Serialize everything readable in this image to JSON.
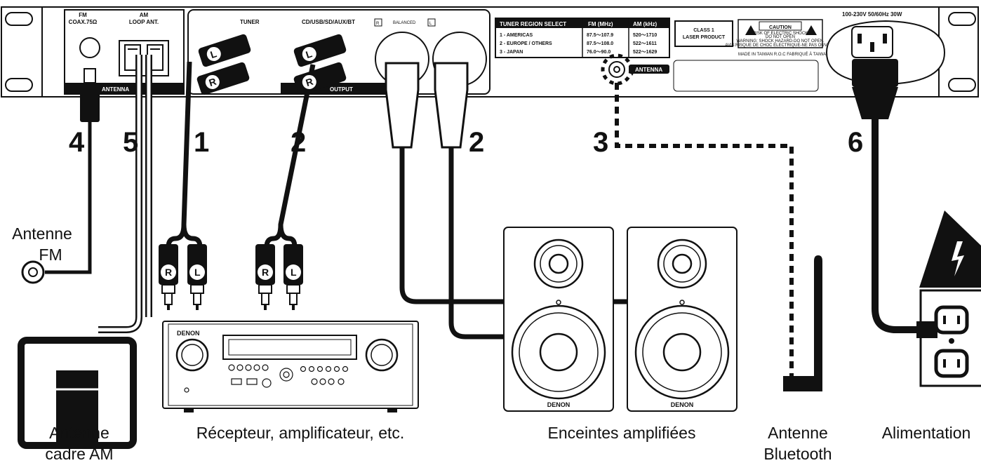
{
  "panel": {
    "fm_title": "FM",
    "fm_sub": "COAX.75Ω",
    "am_title": "AM",
    "am_sub": "LOOP ANT.",
    "antenna_section": "ANTENNA",
    "tuner": "TUNER",
    "cd_input": "CD/USB/SD/AUX/BT",
    "balanced": "BALANCED",
    "output": "OUTPUT",
    "ch_left": "L",
    "ch_right": "R",
    "region_table": {
      "headers": [
        "TUNER REGION SELECT",
        "FM (MHz)",
        "AM (kHz)"
      ],
      "rows": [
        [
          "1 - AMERICAS",
          "87.5～107.9",
          "520～1710"
        ],
        [
          "2 - EUROPE / OTHERS",
          "87.5～108.0",
          "522～1611"
        ],
        [
          "3 - JAPAN",
          "76.0～90.0",
          "522～1629"
        ]
      ]
    },
    "laser_line1": "CLASS 1",
    "laser_line2": "LASER PRODUCT",
    "caution_title": "CAUTION",
    "caution_sub1": "RISK OF ELECTRIC SHOCK",
    "caution_sub2": "DO NOT OPEN",
    "caution_warn1": "WARNING: SHOCK HAZARD-DO NOT OPEN.",
    "caution_warn2": "AVIS:RISQUE DE CHOC ÉLECTRIQUE-NE PAS OUVRIR.",
    "made_in": "MADE IN TAIWAN R.O.C   FABRIQUÉ À TAIWAN R.O.C",
    "bt_antenna": "ANTENNA",
    "power_rating": "100-230V 50/60Hz 30W"
  },
  "numbers": [
    "4",
    "5",
    "1",
    "2",
    "2",
    "3",
    "6"
  ],
  "labels": {
    "fm_antenna_line1": "Antenne",
    "fm_antenna_line2": "FM",
    "am_antenna_line1": "Antenne",
    "am_antenna_line2": "cadre AM",
    "receiver": "Récepteur, amplificateur, etc.",
    "speakers": "Enceintes amplifiées",
    "bt_antenna_line1": "Antenne",
    "bt_antenna_line2": "Bluetooth",
    "power": "Alimentation"
  },
  "devices": {
    "receiver_brand": "DENON",
    "speaker_brand": "DENON"
  },
  "plug_letters": {
    "left": "L",
    "right": "R"
  }
}
